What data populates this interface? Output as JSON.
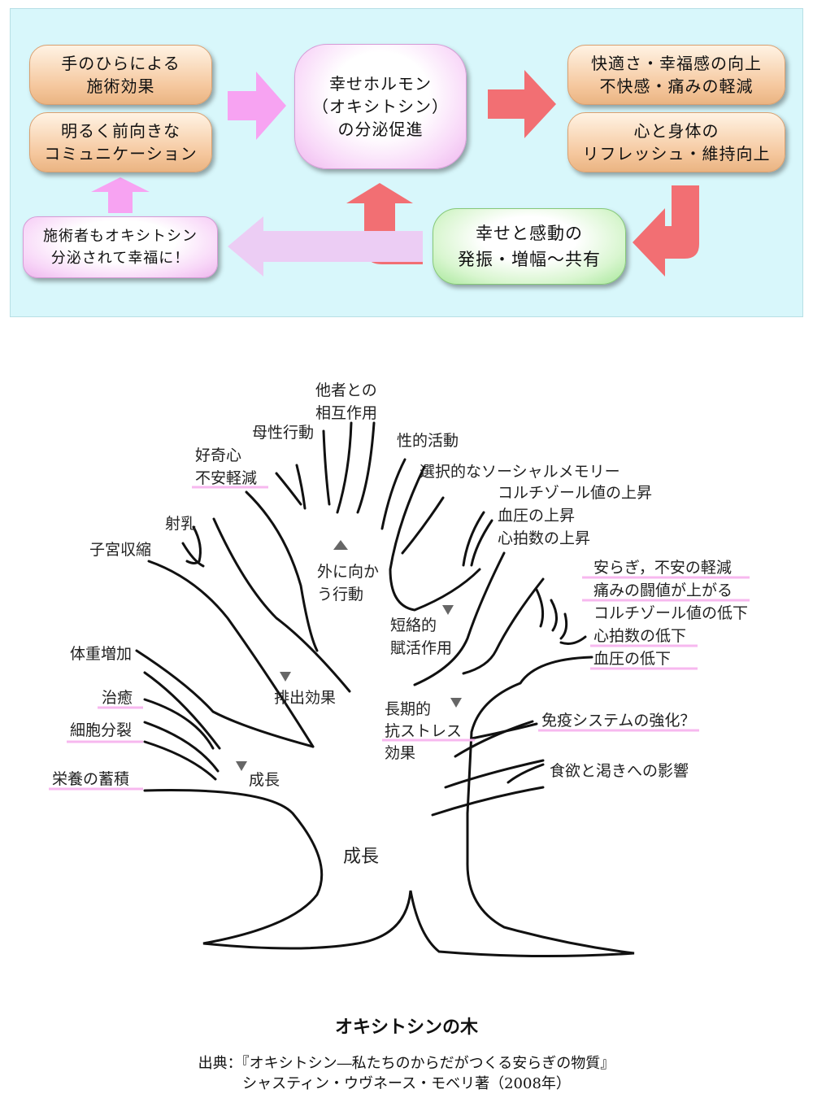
{
  "flow": {
    "box_palm": "手のひらによる\n施術効果",
    "box_communication": "明るく前向きな\nコミュニケーション",
    "box_hormone": "幸せホルモン\n（オキシトシン）\nの分泌促進",
    "box_comfort": "快適さ・幸福感の向上\n不快感・痛みの軽減",
    "box_refresh": "心と身体の\nリフレッシュ・維持向上",
    "box_share": "幸せと感動の\n発振・増幅〜共有",
    "box_practitioner": "施術者もオキシトシン\n分泌されて幸福に！",
    "colors": {
      "panel": "#d8f7fb",
      "pink_arrow": "#f7a3f2",
      "red_arrow": "#f26f73",
      "lavender_arrow": "#eccdf4"
    }
  },
  "tree": {
    "trunk_label": "成長",
    "branch_outward_1": "外に向か",
    "branch_outward_2": "う行動",
    "branch_excretion": "排出効果",
    "branch_growth": "成長",
    "branch_short_1": "短絡的",
    "branch_short_2": "賦活作用",
    "branch_long_1": "長期的",
    "branch_long_2": "抗ストレス",
    "branch_long_3": "効果",
    "leaf_other_1": "他者との",
    "leaf_other_2": "相互作用",
    "leaf_maternal": "母性行動",
    "leaf_sexual": "性的活動",
    "leaf_curiosity": "好奇心",
    "leaf_anxiety": "不安軽減",
    "leaf_social_memory": "選択的なソーシャルメモリー",
    "leaf_cortisol_up": "コルチゾール値の上昇",
    "leaf_bp_up": "血圧の上昇",
    "leaf_hr_up": "心拍数の上昇",
    "leaf_lactation": "射乳",
    "leaf_uterus": "子宮収縮",
    "leaf_calm": "安らぎ，不安の軽減",
    "leaf_pain": "痛みの闘値が上がる",
    "leaf_cortisol_down": "コルチゾール値の低下",
    "leaf_hr_down": "心拍数の低下",
    "leaf_bp_down": "血圧の低下",
    "leaf_weight": "体重増加",
    "leaf_healing": "治癒",
    "leaf_cell": "細胞分裂",
    "leaf_immune": "免疫システムの強化？",
    "leaf_appetite": "食欲と渇きへの影響",
    "leaf_nutrient": "栄養の蓄積",
    "colors": {
      "highlight": "#f7b8ef",
      "line": "#111111",
      "marker": "#666666"
    }
  },
  "caption": {
    "title": "オキシトシンの木",
    "source": "出典：『オキシトシン―私たちのからだがつくる安らぎの物質』",
    "author": "シャスティン・ウヴネース・モベリ著（2008年）"
  }
}
